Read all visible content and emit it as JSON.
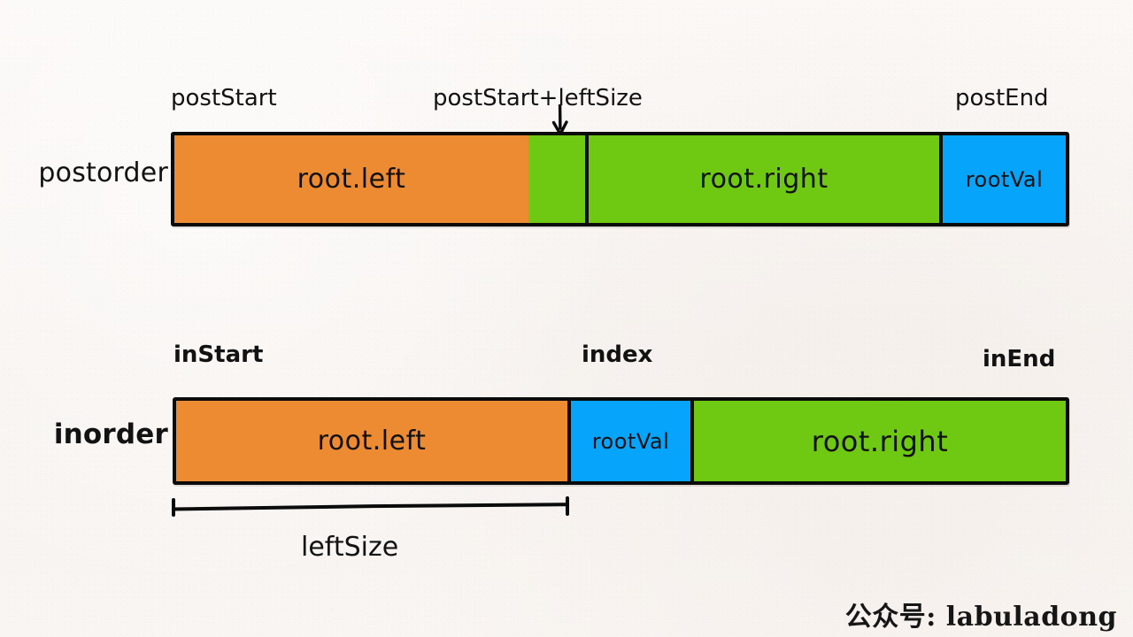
{
  "diagram": {
    "title": "postorder / inorder array partition for building a binary tree",
    "background_color": "#faf6f3",
    "stroke_color": "#0b0b0b",
    "colors": {
      "orange": "#ed8b33",
      "green": "#6fc912",
      "blue": "#06a5fb"
    },
    "rows": [
      {
        "name": "postorder",
        "label": "postorder",
        "label_bold": false,
        "segments": [
          {
            "key": "left",
            "text": "root.left",
            "color": "#ed8b33",
            "font_size": 30
          },
          {
            "key": "gap",
            "text": "",
            "color": "#6fc912",
            "font_size": 30
          },
          {
            "key": "right",
            "text": "root.right",
            "color": "#6fc912",
            "font_size": 30
          },
          {
            "key": "rootval",
            "text": "rootVal",
            "color": "#06a5fb",
            "font_size": 24
          }
        ],
        "annotations": [
          {
            "key": "postStart",
            "text": "postStart",
            "bold": false
          },
          {
            "key": "postStartPlusLeftSize",
            "text": "postStart+leftSize",
            "bold": false
          },
          {
            "key": "postEnd",
            "text": "postEnd",
            "bold": false
          }
        ]
      },
      {
        "name": "inorder",
        "label": "inorder",
        "label_bold": true,
        "segments": [
          {
            "key": "left",
            "text": "root.left",
            "color": "#ed8b33",
            "font_size": 30
          },
          {
            "key": "rootval",
            "text": "rootVal",
            "color": "#06a5fb",
            "font_size": 24
          },
          {
            "key": "right",
            "text": "root.right",
            "color": "#6fc912",
            "font_size": 32
          }
        ],
        "annotations": [
          {
            "key": "inStart",
            "text": "inStart",
            "bold": true
          },
          {
            "key": "index",
            "text": "index",
            "bold": true
          },
          {
            "key": "inEnd",
            "text": "inEnd",
            "bold": true
          }
        ]
      }
    ],
    "measure": {
      "label": "leftSize",
      "spans_from": "inStart",
      "spans_to": "index"
    },
    "watermark": "公众号: labuladong"
  }
}
